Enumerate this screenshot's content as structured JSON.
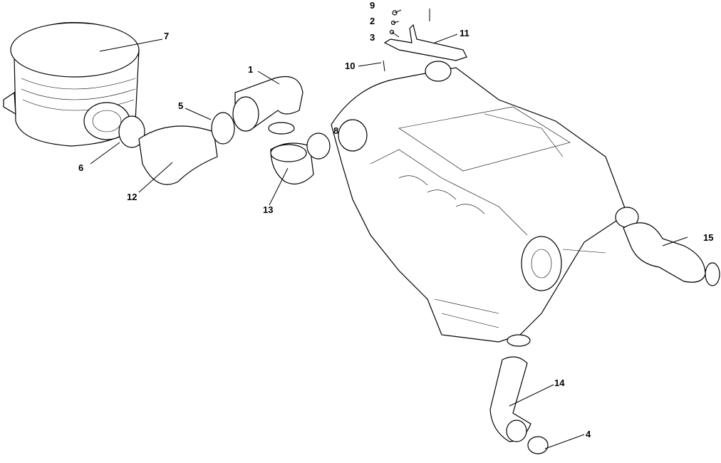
{
  "diagram": {
    "title": "Engine air intake exploded view",
    "callouts": [
      {
        "id": "c1",
        "text": "1"
      },
      {
        "id": "c2",
        "text": "2"
      },
      {
        "id": "c3",
        "text": "3"
      },
      {
        "id": "c4",
        "text": "4"
      },
      {
        "id": "c5",
        "text": "5"
      },
      {
        "id": "c6",
        "text": "6"
      },
      {
        "id": "c7",
        "text": "7"
      },
      {
        "id": "c8",
        "text": "8"
      },
      {
        "id": "c9",
        "text": "9"
      },
      {
        "id": "c10",
        "text": "10"
      },
      {
        "id": "c11",
        "text": "11"
      },
      {
        "id": "c12",
        "text": "12"
      },
      {
        "id": "c13",
        "text": "13"
      },
      {
        "id": "c14",
        "text": "14"
      },
      {
        "id": "c15",
        "text": "15"
      }
    ]
  }
}
